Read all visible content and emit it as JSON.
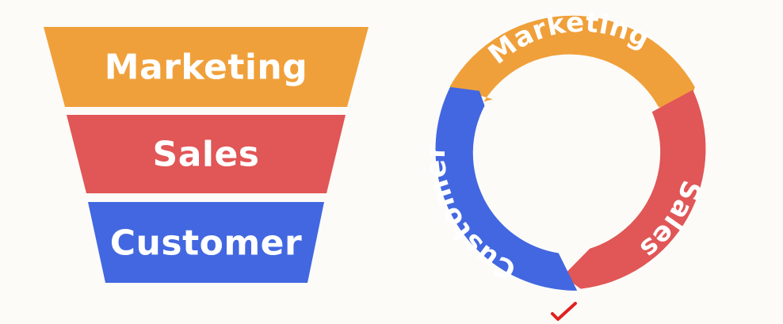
{
  "funnel": {
    "stages": [
      {
        "label": "Marketing",
        "color": "#f0a03a"
      },
      {
        "label": "Sales",
        "color": "#e15656"
      },
      {
        "label": "Customer",
        "color": "#4267e0"
      }
    ]
  },
  "cycle": {
    "segments": [
      {
        "label": "Marketing",
        "color": "#f0a03a"
      },
      {
        "label": "Sales",
        "color": "#e15656"
      },
      {
        "label": "Customer",
        "color": "#4267e0"
      }
    ]
  },
  "annotation": {
    "icon": "checkmark-icon",
    "color": "#e02020"
  }
}
